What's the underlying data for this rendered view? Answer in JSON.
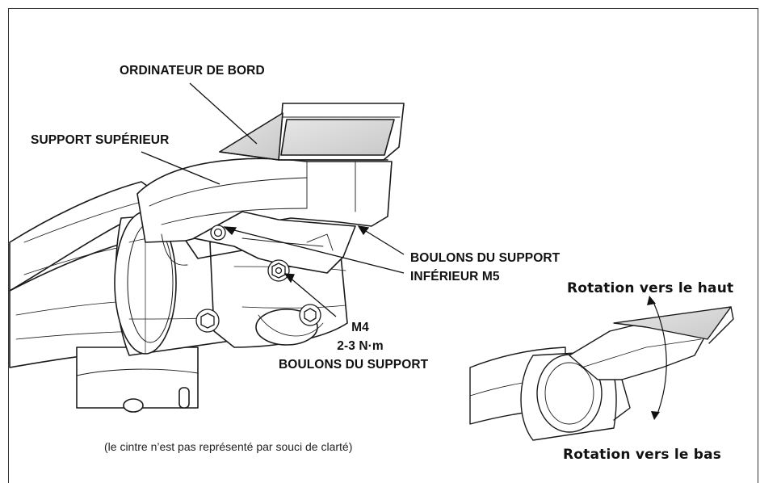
{
  "labels": {
    "computer": "ORDINATEUR DE BORD",
    "upper_mount": "SUPPORT SUPÉRIEUR",
    "lower_bolts_line1": "BOULONS DU SUPPORT",
    "lower_bolts_line2": "INFÉRIEUR M5",
    "torque_size": "M4",
    "torque_value": "2-3 N·m",
    "mount_bolts": "BOULONS DU SUPPORT",
    "rotate_up": "Rotation vers le haut",
    "rotate_down": "Rotation vers le bas"
  },
  "caption": "(le cintre n’est pas représenté par souci de clarté)",
  "colors": {
    "line": "#1a1a1a",
    "screen_fill": "#d9d9d9",
    "part_fill": "#ffffff"
  }
}
